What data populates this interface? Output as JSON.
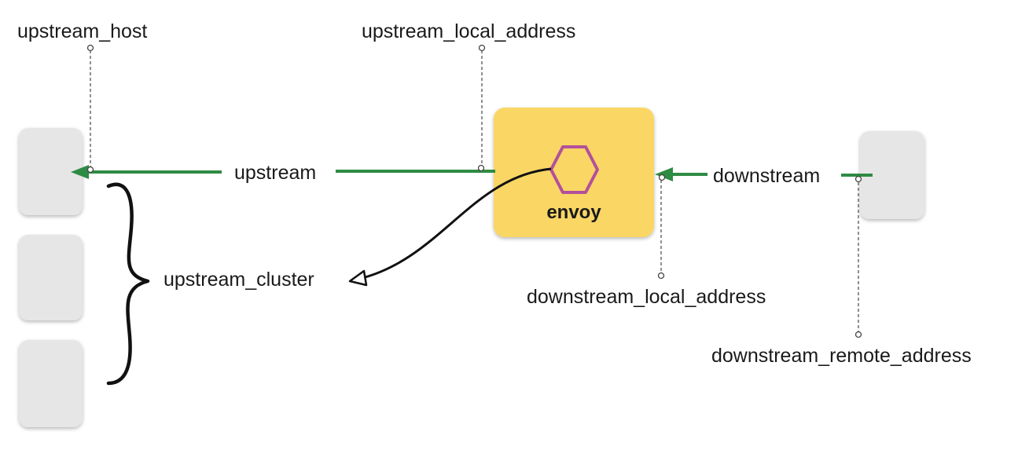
{
  "labels": {
    "upstream_host": "upstream_host",
    "upstream_local_address": "upstream_local_address",
    "upstream": "upstream",
    "downstream": "downstream",
    "envoy": "envoy",
    "upstream_cluster": "upstream_cluster",
    "downstream_local_address": "downstream_local_address",
    "downstream_remote_address": "downstream_remote_address"
  },
  "colors": {
    "flow_arrow": "#2e8b43",
    "envoy_box": "#fad665",
    "envoy_hexagon": "#b3509b",
    "host_box": "#e6e6e6",
    "annotation_line": "#555555",
    "cluster_curve": "#111111"
  },
  "icons": {
    "envoy": "hexagon-icon"
  }
}
